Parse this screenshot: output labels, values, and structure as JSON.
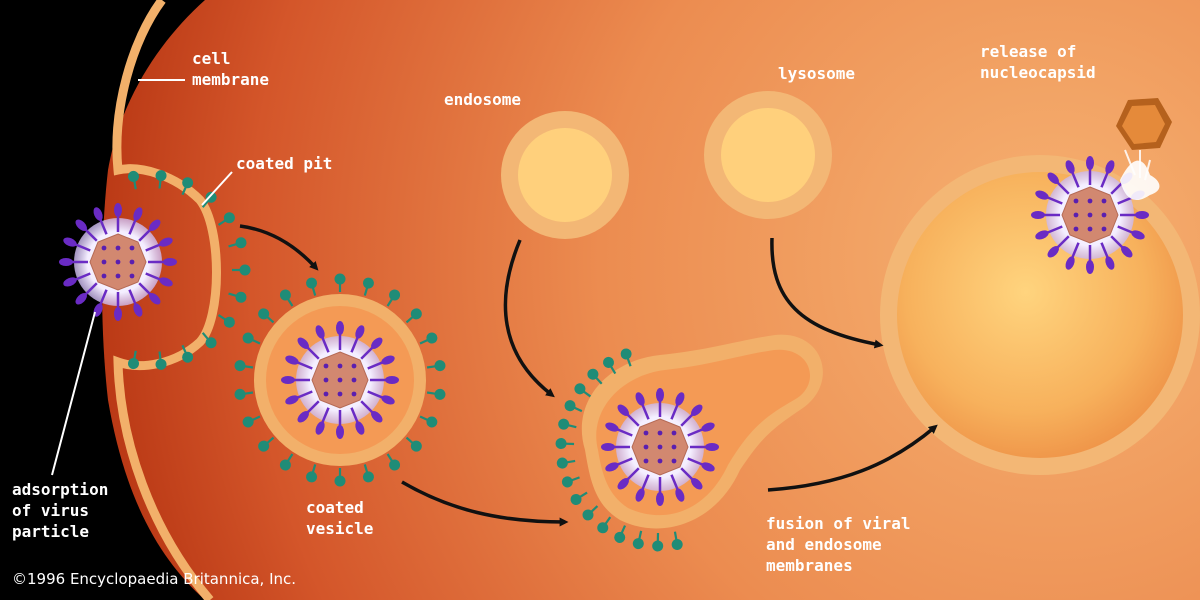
{
  "labels": {
    "cell_membrane": "cell\nmembrane",
    "coated_pit": "coated pit",
    "endosome": "endosome",
    "lysosome": "lysosome",
    "release": "release of\nnucleocapsid",
    "adsorption": "adsorption\nof virus\nparticle",
    "coated_vesicle": "coated\nvesicle",
    "fusion": "fusion of viral\nand endosome\nmembranes"
  },
  "copyright": "©1996 Encyclopaedia Britannica, Inc.",
  "colors": {
    "background": "#000000",
    "cytoplasm_outer": "#c23d16",
    "cytoplasm_inner": "#f0a566",
    "membrane": "#f2b06a",
    "vesicle_fill": "#ffd27c",
    "clathrin": "#1f8c77",
    "spike": "#6a2bc4",
    "capsid": "#d28870",
    "arrow": "#111111",
    "text": "#ffffff"
  }
}
